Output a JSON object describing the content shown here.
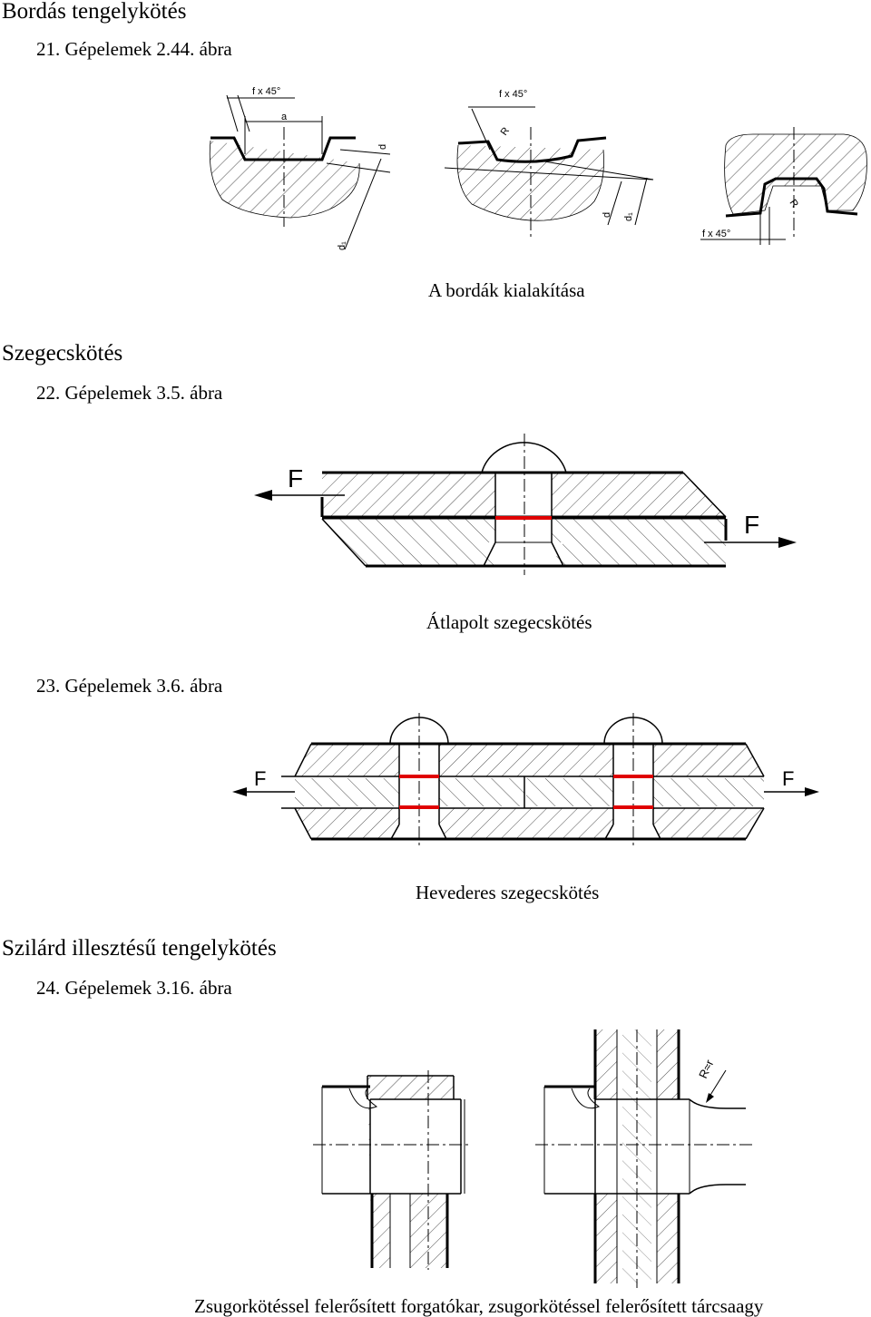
{
  "sections": [
    {
      "title": "Bordás tengelykötés"
    },
    {
      "title": "Szegecskötés"
    },
    {
      "title": "Szilárd illesztésű tengelykötés"
    }
  ],
  "figures": [
    {
      "ref": "21. Gépelemek 2.44. ábra",
      "caption": "A bordák kialakítása",
      "labels": {
        "chamfer": "f x 45°",
        "a": "a",
        "d": "d",
        "d1": "d₁",
        "R": "R"
      }
    },
    {
      "ref": "22. Gépelemek 3.5. ábra",
      "caption": "Átlapolt szegecskötés",
      "labels": {
        "force": "F"
      }
    },
    {
      "ref": "23. Gépelemek 3.6. ábra",
      "caption": "Hevederes szegecskötés",
      "labels": {
        "force": "F"
      }
    },
    {
      "ref": "24. Gépelemek 3.16. ábra",
      "caption": "Zsugorkötéssel felerősített forgatókar, zsugorkötéssel felerősített tárcsaagy",
      "labels": {
        "radius": "R≈r"
      }
    }
  ],
  "colors": {
    "shear_plane": "#e00000",
    "line": "#000000",
    "background": "#ffffff"
  }
}
